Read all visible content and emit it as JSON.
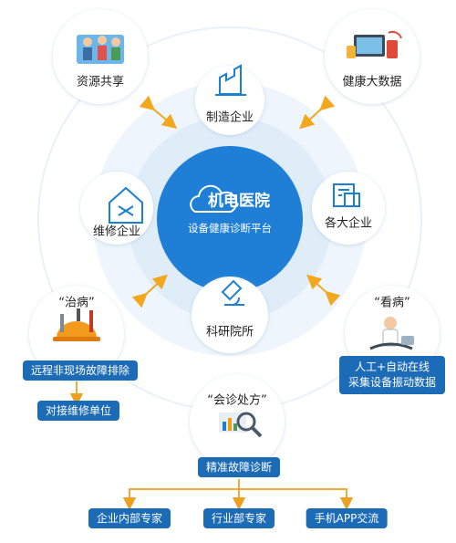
{
  "hub": {
    "title": "机电医院",
    "subtitle": "设备健康诊断平台"
  },
  "inner_nodes": [
    {
      "label": "制造企业",
      "icon": "factory-icon"
    },
    {
      "label": "维修企业",
      "icon": "repair-house-icon"
    },
    {
      "label": "各大企业",
      "icon": "office-building-icon"
    },
    {
      "label": "科研院所",
      "icon": "microscope-icon"
    }
  ],
  "outer_nodes": {
    "resource": {
      "label": "资源共享",
      "icon": "people-network-icon"
    },
    "bigdata": {
      "label": "健康大数据",
      "icon": "devices-data-icon"
    },
    "treat": {
      "quote": "“治病”",
      "icon": "tools-helmet-icon"
    },
    "diagnose": {
      "quote": "“看病”",
      "icon": "doctor-examining-icon"
    },
    "consult": {
      "quote": "“会诊处方”",
      "icon": "magnifier-chart-icon"
    }
  },
  "flows": {
    "treat_step1": "远程非现场故障排除",
    "treat_step2": "对接维修单位",
    "diagnose_line1": "人工+自动在线",
    "diagnose_line2": "采集设备振动数据",
    "consult_result": "精准故障诊断",
    "experts": [
      "企业内部专家",
      "行业部专家",
      "手机APP交流"
    ]
  },
  "colors": {
    "primary_blue": "#1c6bb7",
    "hub_blue": "#1f7fd6",
    "ring_light": "#eaf3fb",
    "ring_mid": "#d8e9f7",
    "arrow_gold": "#f2a81d",
    "connector_orange": "#f0a020"
  }
}
